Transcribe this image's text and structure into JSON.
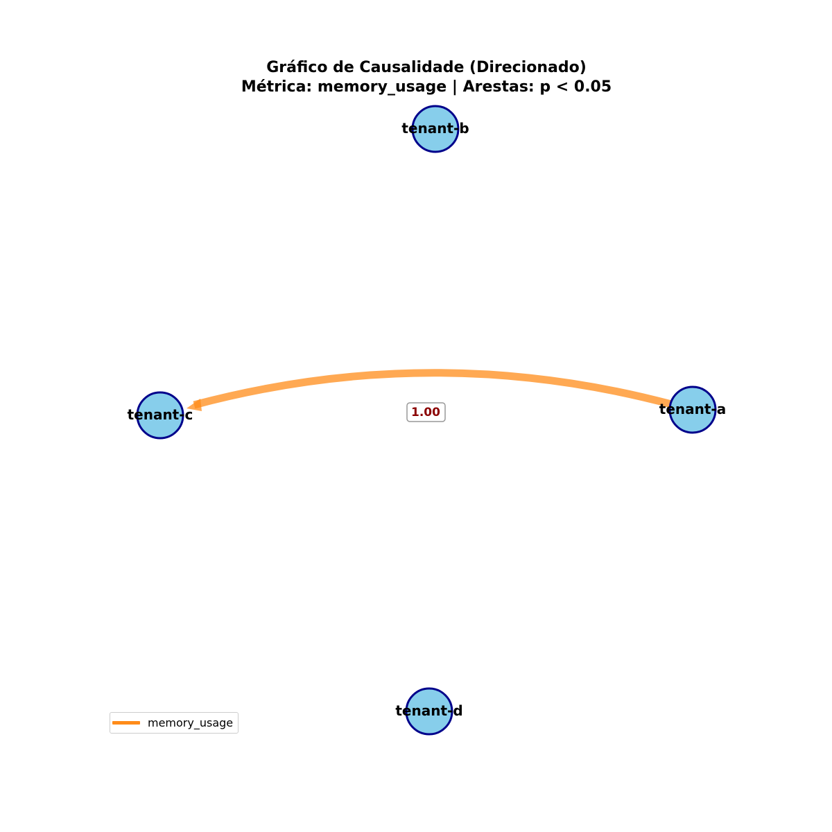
{
  "title": {
    "line1": "Gráfico de Causalidade (Direcionado)",
    "line2": "Métrica: memory_usage | Arestas: p < 0.05"
  },
  "colors": {
    "node_fill": "#87ceeb",
    "node_stroke": "#00008b",
    "edge": "#ff8c1a",
    "edge_label_text": "#8b0000",
    "legend_line": "#ff8c1a"
  },
  "nodes": [
    {
      "id": "tenant-a",
      "label": "tenant-a"
    },
    {
      "id": "tenant-b",
      "label": "tenant-b"
    },
    {
      "id": "tenant-c",
      "label": "tenant-c"
    },
    {
      "id": "tenant-d",
      "label": "tenant-d"
    }
  ],
  "edges": [
    {
      "source": "tenant-a",
      "target": "tenant-c",
      "metric": "memory_usage",
      "weight": "1.00"
    }
  ],
  "legend": {
    "items": [
      {
        "label": "memory_usage"
      }
    ]
  }
}
